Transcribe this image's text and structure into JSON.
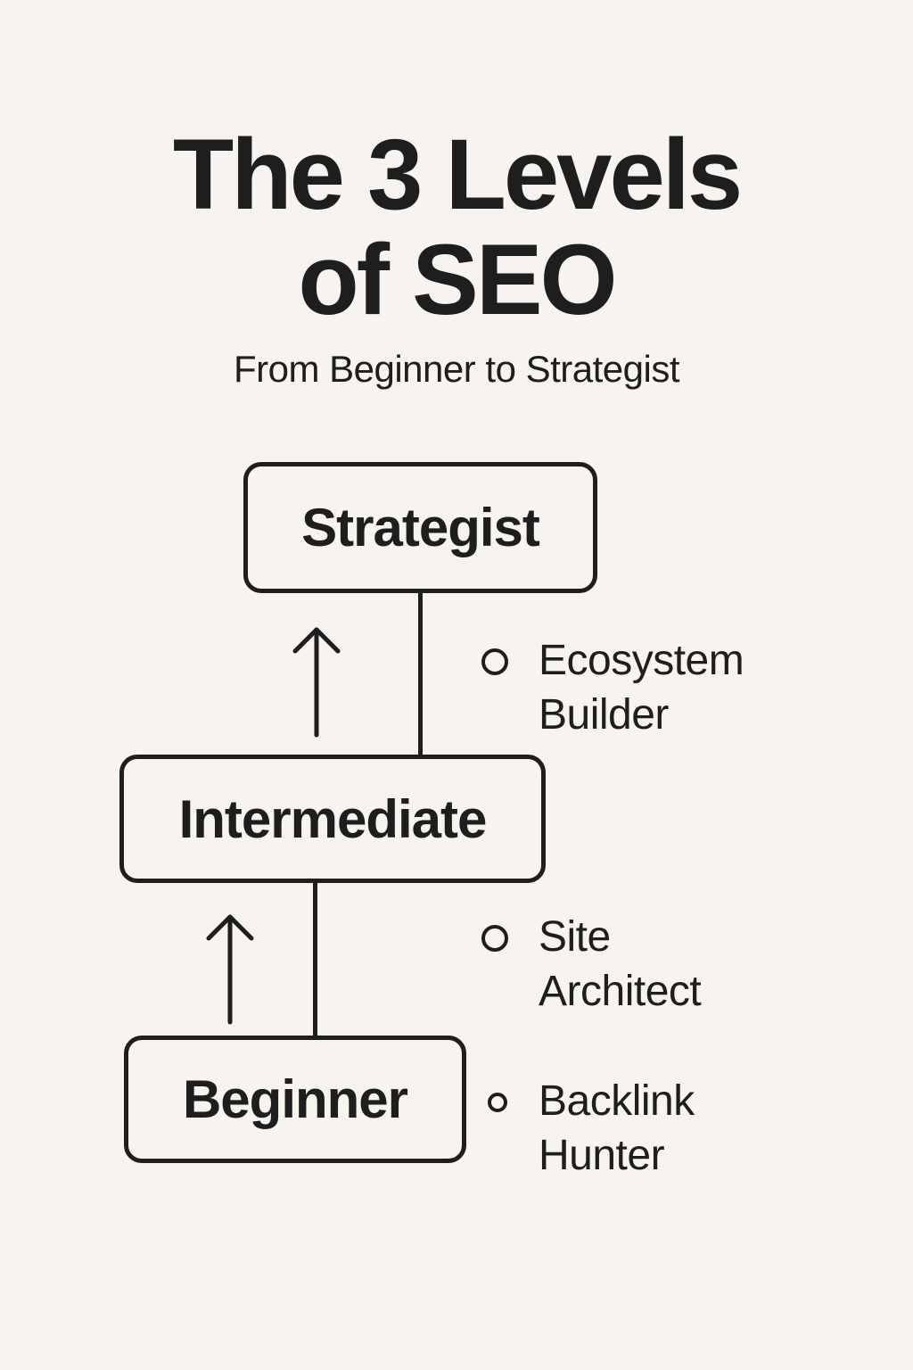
{
  "header": {
    "title_line1": "The 3 Levels",
    "title_line2": "of SEO",
    "subtitle": "From Beginner to Strategist"
  },
  "levels": [
    {
      "label": "Strategist",
      "rank": 3
    },
    {
      "label": "Intermediate",
      "rank": 2
    },
    {
      "label": "Beginner",
      "rank": 1
    }
  ],
  "roles": [
    {
      "line1": "Ecosystem",
      "line2": "Builder",
      "icon": "circle-bullet-icon"
    },
    {
      "line1": "Site",
      "line2": "Architect",
      "icon": "circle-bullet-icon"
    },
    {
      "line1": "Backlink",
      "line2": "Hunter",
      "icon": "circle-bullet-icon"
    }
  ],
  "connectors": [
    {
      "from": "Intermediate",
      "to": "Strategist",
      "icon": "arrow-up-icon"
    },
    {
      "from": "Beginner",
      "to": "Intermediate",
      "icon": "arrow-up-icon"
    }
  ],
  "colors": {
    "background": "#f7f3ee",
    "ink": "#1e1e1e"
  }
}
